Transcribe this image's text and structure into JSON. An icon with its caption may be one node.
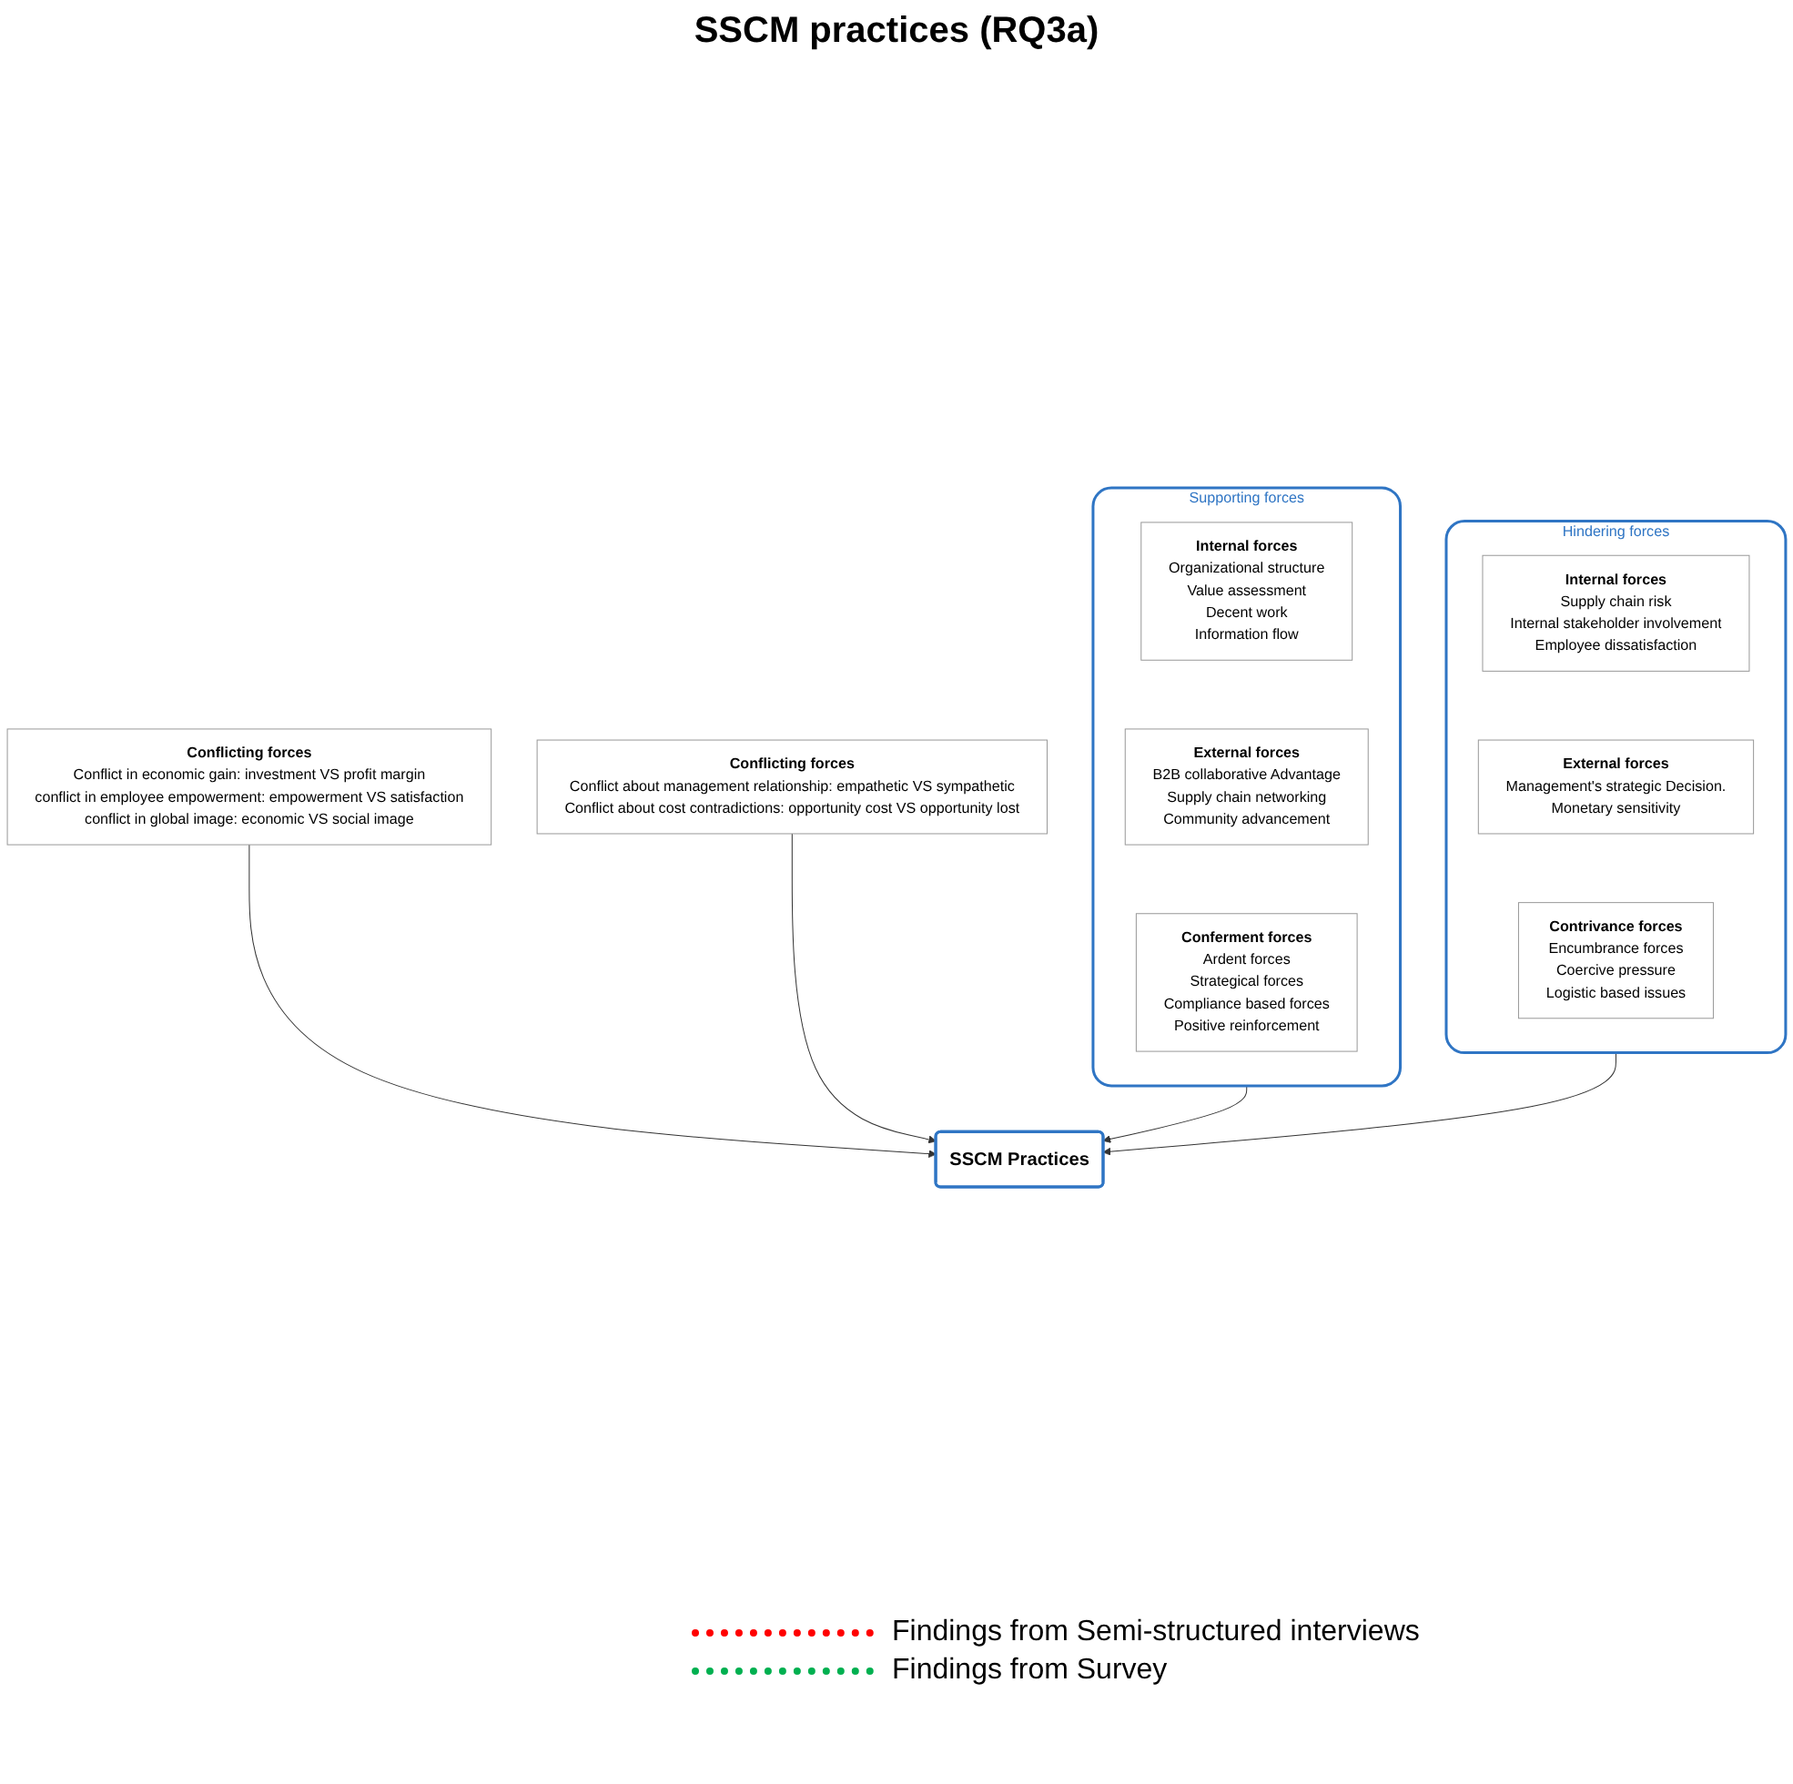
{
  "diagram": {
    "title": "SSCM practices (RQ3a)",
    "nodes": [
      {
        "text": [
          "Conflicting forces",
          "Conflict in economic gain: investment VS profit margin",
          "conflict in employee empowerment: empowerment VS satisfaction",
          "conflict in global image: economic VS social image"
        ]
      },
      {
        "text": [
          "Supporting forces"
        ]
      },
      {
        "text": [
          "Internal forces",
          "Organizational structure",
          "Value assessment",
          "Decent work",
          "Information flow"
        ],
        "in": 1
      },
      {
        "text": [
          "External forces",
          "B2B collaborative Advantage",
          "Supply chain networking",
          "Community advancement"
        ],
        "in": 1
      },
      {
        "text": [
          "Conferment forces",
          "Ardent forces",
          "Strategical forces",
          "Compliance based forces",
          "Positive reinforcement"
        ],
        "in": 1
      },
      {
        "text": [
          "SSCM Practices"
        ]
      },
      {
        "text": [
          "Hindering forces"
        ]
      },
      {
        "text": [
          "Internal forces",
          "Supply chain risk",
          "Internal stakeholder involvement",
          "Employee dissatisfaction"
        ],
        "in": 6
      },
      {
        "text": [
          "External forces",
          "Management's strategic Decision.",
          "Monetary sensitivity"
        ],
        "in": 6
      },
      {
        "text": [
          "Contrivance forces",
          "Encumbrance forces",
          "Coercive pressure",
          "Logistic based issues"
        ],
        "in": 6
      },
      {
        "text": [
          "Conflicting forces",
          "Conflict about management relationship: empathetic VS sympathetic",
          "Conflict about cost contradictions: opportunity cost VS opportunity lost"
        ]
      }
    ],
    "edges": [
      {
        "from": 0,
        "to": 5,
        "arrow": "to"
      },
      {
        "from": 1,
        "to": 5,
        "arrow": "to"
      },
      {
        "from": 6,
        "to": 5,
        "arrow": "to"
      },
      {
        "from": 10,
        "to": 5,
        "arrow": "to"
      }
    ],
    "legend": [
      {
        "text": "Findings from Semi-structured interviews"
      },
      {
        "text": "Findings from Survey"
      }
    ]
  }
}
